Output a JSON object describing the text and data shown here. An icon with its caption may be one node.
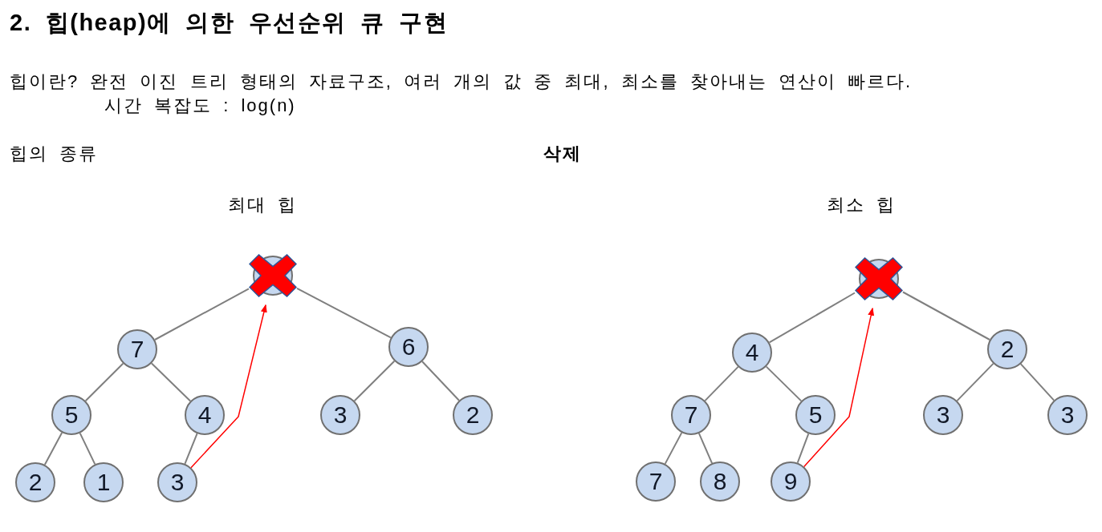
{
  "diagram": {
    "title": "2. 힙(heap)에 의한 우선순위 큐 구현",
    "nodes": [
      {
        "text": [],
        "shape": "circle"
      },
      {
        "text": [
          "7"
        ]
      },
      {
        "text": [
          "6"
        ]
      },
      {
        "text": [
          "5"
        ]
      },
      {
        "text": [
          "4"
        ]
      },
      {
        "text": [
          "3"
        ]
      },
      {
        "text": [
          "2"
        ]
      },
      {
        "text": [
          "2"
        ]
      },
      {
        "text": [
          "1"
        ]
      },
      {
        "text": [
          "3"
        ]
      },
      {
        "text": [],
        "shape": "circle"
      },
      {
        "text": [
          "4"
        ]
      },
      {
        "text": [
          "2"
        ]
      },
      {
        "text": [
          "7"
        ]
      },
      {
        "text": [
          "5"
        ]
      },
      {
        "text": [
          "3"
        ]
      },
      {
        "text": [
          "3"
        ]
      },
      {
        "text": [
          "7"
        ]
      },
      {
        "text": [
          "8"
        ]
      },
      {
        "text": [
          "9"
        ]
      }
    ],
    "edges": [
      {
        "from": 0,
        "to": 1,
        "arrow": "none"
      },
      {
        "from": 0,
        "to": 2,
        "arrow": "none"
      },
      {
        "from": 1,
        "to": 3,
        "arrow": "none"
      },
      {
        "from": 1,
        "to": 4,
        "arrow": "none"
      },
      {
        "from": 2,
        "to": 5,
        "arrow": "none"
      },
      {
        "from": 2,
        "to": 6,
        "arrow": "none"
      },
      {
        "from": 3,
        "to": 7,
        "arrow": "none"
      },
      {
        "from": 3,
        "to": 8,
        "arrow": "none"
      },
      {
        "from": 4,
        "to": 9,
        "arrow": "none"
      },
      {
        "from": 9,
        "to": 0,
        "arrow": "to",
        "color": "#ff0000"
      },
      {
        "from": 10,
        "to": 11,
        "arrow": "none"
      },
      {
        "from": 10,
        "to": 12,
        "arrow": "none"
      },
      {
        "from": 11,
        "to": 13,
        "arrow": "none"
      },
      {
        "from": 11,
        "to": 14,
        "arrow": "none"
      },
      {
        "from": 12,
        "to": 15,
        "arrow": "none"
      },
      {
        "from": 12,
        "to": 16,
        "arrow": "none"
      },
      {
        "from": 13,
        "to": 17,
        "arrow": "none"
      },
      {
        "from": 13,
        "to": 18,
        "arrow": "none"
      },
      {
        "from": 14,
        "to": 19,
        "arrow": "none"
      },
      {
        "from": 19,
        "to": 10,
        "arrow": "to",
        "color": "#ff0000"
      }
    ],
    "labels": [
      "힙이란? 완전 이진 트리 형태의 자료구조, 여러 개의 값 중 최대, 최소를 찾아내는 연산이 빠르다.",
      "시간 복잡도 : log(n)",
      "힙의 종류",
      "삭제",
      "최대 힙",
      "최소 힙"
    ]
  }
}
